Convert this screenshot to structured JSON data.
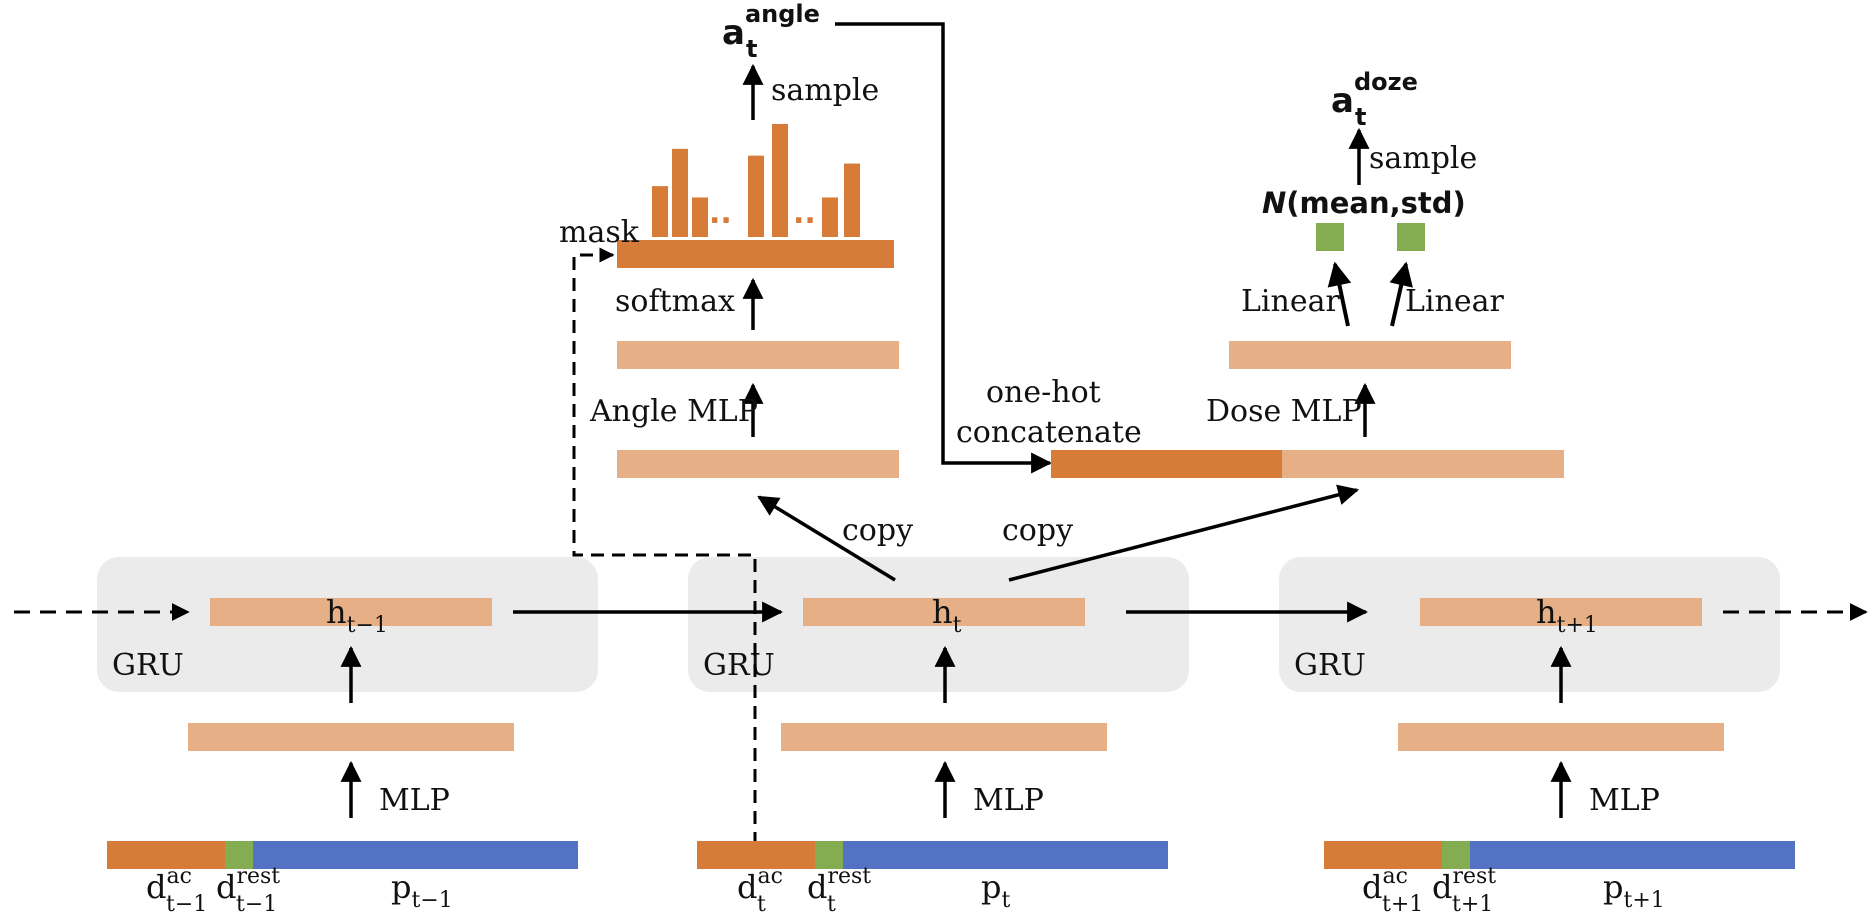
{
  "colors": {
    "light_orange": "#E6AF85",
    "dark_orange": "#D77B39",
    "green": "#84AC51",
    "blue": "#5472C4",
    "gru_box": "#EBEBEB",
    "line": "#000000"
  },
  "gru_label": "GRU",
  "mlp_label": "MLP",
  "timesteps": [
    {
      "h": "h",
      "h_sub": "t−1",
      "dac": "d",
      "dac_sup": "ac",
      "dac_sub": "t−1",
      "drest": "d",
      "drest_sup": "rest",
      "drest_sub": "t−1",
      "p": "p",
      "p_sub": "t−1"
    },
    {
      "h": "h",
      "h_sub": "t",
      "dac": "d",
      "dac_sup": "ac",
      "dac_sub": "t",
      "drest": "d",
      "drest_sup": "rest",
      "drest_sub": "t",
      "p": "p",
      "p_sub": "t"
    },
    {
      "h": "h",
      "h_sub": "t+1",
      "dac": "d",
      "dac_sup": "ac",
      "dac_sub": "t+1",
      "drest": "d",
      "drest_sup": "rest",
      "drest_sub": "t+1",
      "p": "p",
      "p_sub": "t+1"
    }
  ],
  "copy_left": "copy",
  "copy_right": "copy",
  "angle_branch": {
    "mlp_label": "Angle MLP",
    "softmax_label": "softmax",
    "mask_label": "mask",
    "sample_label": "sample",
    "action": "a",
    "action_sub": "t",
    "action_sup": "angle",
    "ellipsis_1": "..",
    "ellipsis_2": "..",
    "histogram_bars": [
      0.45,
      0.78,
      0.35,
      0.72,
      1.0,
      0.35,
      0.65
    ]
  },
  "dose_branch": {
    "concat_line1": "one-hot",
    "concat_line2": "concatenate",
    "mlp_label": "Dose MLP",
    "linear_left": "Linear",
    "linear_right": "Linear",
    "dist_n": "N",
    "dist_args": "(mean,std)",
    "sample_label": "sample",
    "action": "a",
    "action_sub": "t",
    "action_sup": "doze"
  }
}
